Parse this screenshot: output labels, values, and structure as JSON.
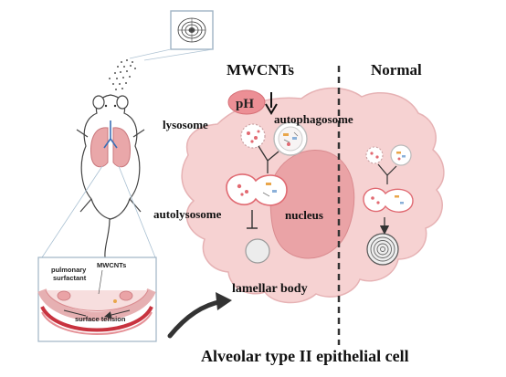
{
  "labels": {
    "mwcnts_header": "MWCNTs",
    "normal_header": "Normal",
    "ph": "pH",
    "lysosome": "lysosome",
    "autophagosome": "autophagosome",
    "autolysosome": "autolysosome",
    "nucleus": "nucleus",
    "lamellar_body": "lamellar body",
    "cell_caption": "Alveolar type II epithelial cell"
  },
  "inset": {
    "pulmonary_surfactant": [
      "pulmonary",
      "surfactant"
    ],
    "mwcnts": "MWCNTs",
    "surface_tension": "surface tension"
  },
  "colors": {
    "cell_fill": "#f6d2d2",
    "nucleus_fill": "#eaa3a6",
    "organelle_fill": "#e9a0a4",
    "lung_fill": "#e9a7a9",
    "vessel": "#c8333f",
    "ph_fill": "#ec8f95",
    "divider": "#333333"
  },
  "icons": {
    "ph_arrow": "arrow-down-icon",
    "mouse": "mouse-icon",
    "nanotube": "nanotube-icon"
  }
}
